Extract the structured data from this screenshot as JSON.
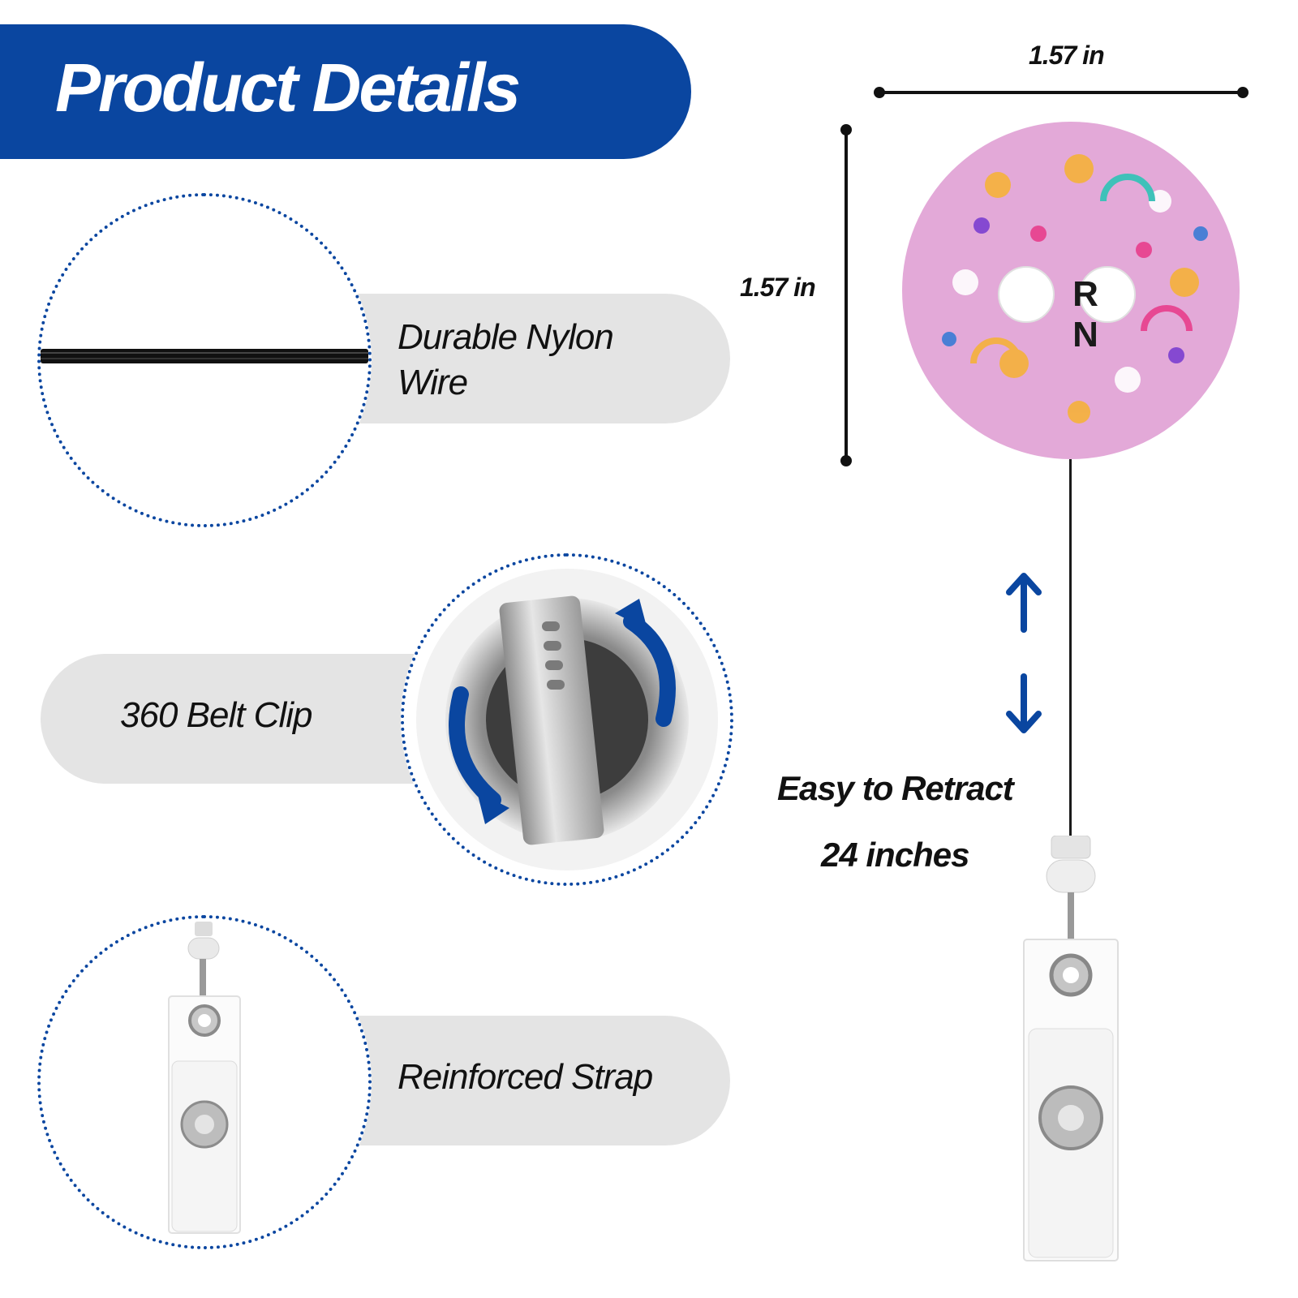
{
  "header": {
    "title": "Product Details"
  },
  "features": [
    {
      "label_line1": "Durable Nylon",
      "label_line2": "Wire"
    },
    {
      "label": "360 Belt Clip"
    },
    {
      "label": "Reinforced Strap"
    }
  ],
  "product": {
    "badge_text": "R N",
    "width_label": "1.57 in",
    "height_label": "1.57 in",
    "retract_label": "Easy to Retract",
    "retract_length": "24 inches"
  },
  "colors": {
    "brand_blue": "#0a46a0",
    "pill_grey": "#e4e4e4",
    "badge_pink": "#e3a9d8"
  },
  "icons": [
    "up-arrow-icon",
    "down-arrow-icon",
    "rotate-arrows-icon"
  ]
}
